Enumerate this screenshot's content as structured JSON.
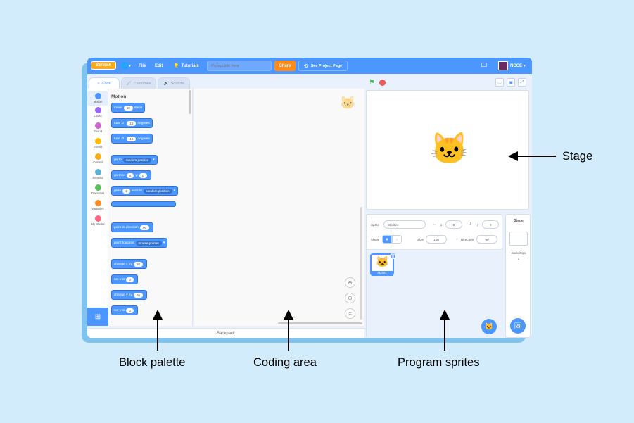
{
  "menubar": {
    "logo_text": "Scratch",
    "file_label": "File",
    "edit_label": "Edit",
    "tutorials_label": "Tutorials",
    "project_title_placeholder": "Project title here",
    "share_label": "Share",
    "see_project_label": "See Project Page",
    "user_name": "NCCE"
  },
  "tabs": [
    {
      "label": "Code"
    },
    {
      "label": "Costumes"
    },
    {
      "label": "Sounds"
    }
  ],
  "categories": [
    {
      "label": "Motion",
      "color": "#4c97ff"
    },
    {
      "label": "Looks",
      "color": "#9966ff"
    },
    {
      "label": "Sound",
      "color": "#cf63cf"
    },
    {
      "label": "Events",
      "color": "#ffbf00"
    },
    {
      "label": "Control",
      "color": "#ffab19"
    },
    {
      "label": "Sensing",
      "color": "#5cb1d6"
    },
    {
      "label": "Operators",
      "color": "#59c059"
    },
    {
      "label": "Variables",
      "color": "#ff8c1a"
    },
    {
      "label": "My Blocks",
      "color": "#ff6680"
    }
  ],
  "palette": {
    "heading": "Motion",
    "blocks": {
      "move": {
        "a": "move",
        "v": "10",
        "b": "steps"
      },
      "turn_right": {
        "a": "turn",
        "v": "15",
        "b": "degrees"
      },
      "turn_left": {
        "a": "turn",
        "v": "15",
        "b": "degrees"
      },
      "goto": {
        "a": "go to",
        "dd": "random position"
      },
      "goto_xy": {
        "a": "go to x:",
        "x": "0",
        "b": "y:",
        "y": "0"
      },
      "glide_to": {
        "a": "glide",
        "v": "1",
        "b": "secs to",
        "dd": "random position"
      },
      "point_direction": {
        "a": "point in direction",
        "v": "90"
      },
      "point_towards": {
        "a": "point towards",
        "dd": "mouse-pointer"
      },
      "change_x": {
        "a": "change x by",
        "v": "10"
      },
      "set_x": {
        "a": "set x to",
        "v": "0"
      },
      "change_y": {
        "a": "change y by",
        "v": "10"
      },
      "set_y": {
        "a": "set y to",
        "v": "0"
      }
    }
  },
  "backpack_label": "Backpack",
  "sprite_info": {
    "sprite_label": "Sprite",
    "sprite_name": "Sprite1",
    "x_label": "x",
    "x_value": "0",
    "y_label": "y",
    "y_value": "0",
    "show_label": "Show",
    "size_label": "Size",
    "size_value": "100",
    "direction_label": "Direction",
    "direction_value": "90"
  },
  "sprite_card_name": "Sprite1",
  "stage_pane": {
    "label": "Stage",
    "backdrops_label": "Backdrops",
    "backdrops_count": "1"
  },
  "captions": {
    "stage": "Stage",
    "block_palette": "Block palette",
    "coding_area": "Coding area",
    "program_sprites": "Program sprites"
  },
  "colors": {
    "scratch_blue": "#4c97ff",
    "share_orange": "#ff8c1a",
    "background": "#d3ecfb"
  },
  "icons": [
    "globe-icon",
    "tutorials-icon",
    "see-project-icon",
    "folder-icon",
    "code-icon",
    "costumes-icon",
    "sounds-icon",
    "green-flag-icon",
    "stop-icon",
    "zoom-in-icon",
    "zoom-out-icon",
    "zoom-reset-icon",
    "show-visible-icon",
    "show-hidden-icon",
    "delete-icon",
    "add-sprite-icon",
    "add-backdrop-icon",
    "add-extension-icon",
    "cat-icon"
  ]
}
